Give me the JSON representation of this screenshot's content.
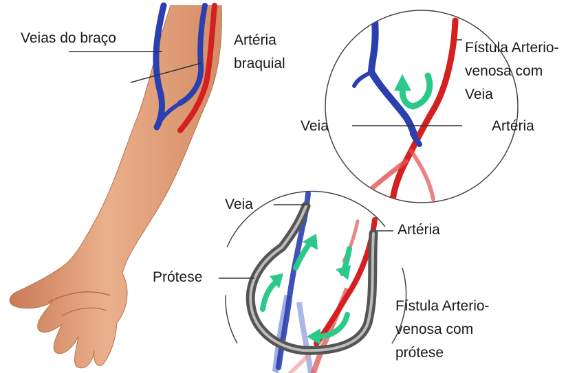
{
  "labels": {
    "arm_veins": "Veias do braço",
    "brachial_artery_line1": "Artéria",
    "brachial_artery_line2": "braquial",
    "fistula_vein_line1": "Fístula Arterio-",
    "fistula_vein_line2": "venosa com",
    "fistula_vein_line3": "Veia",
    "top_vein": "Veia",
    "top_artery": "Artéria",
    "bottom_vein": "Veia",
    "bottom_artery": "Artéria",
    "prosthesis": "Prótese",
    "fistula_prosthesis_line1": "Fístula Arterio-",
    "fistula_prosthesis_line2": "venosa com",
    "fistula_prosthesis_line3": "prótese"
  },
  "colors": {
    "skin": "#e4a07a",
    "skin_shadow": "#c97a55",
    "vein": "#2a3fb0",
    "artery": "#d42020",
    "arrow": "#2cc98a",
    "prosthesis": "#6c6c6c",
    "leader_line": "#333333"
  },
  "icons": {
    "flow_arrow": "curved-arrow-icon"
  }
}
